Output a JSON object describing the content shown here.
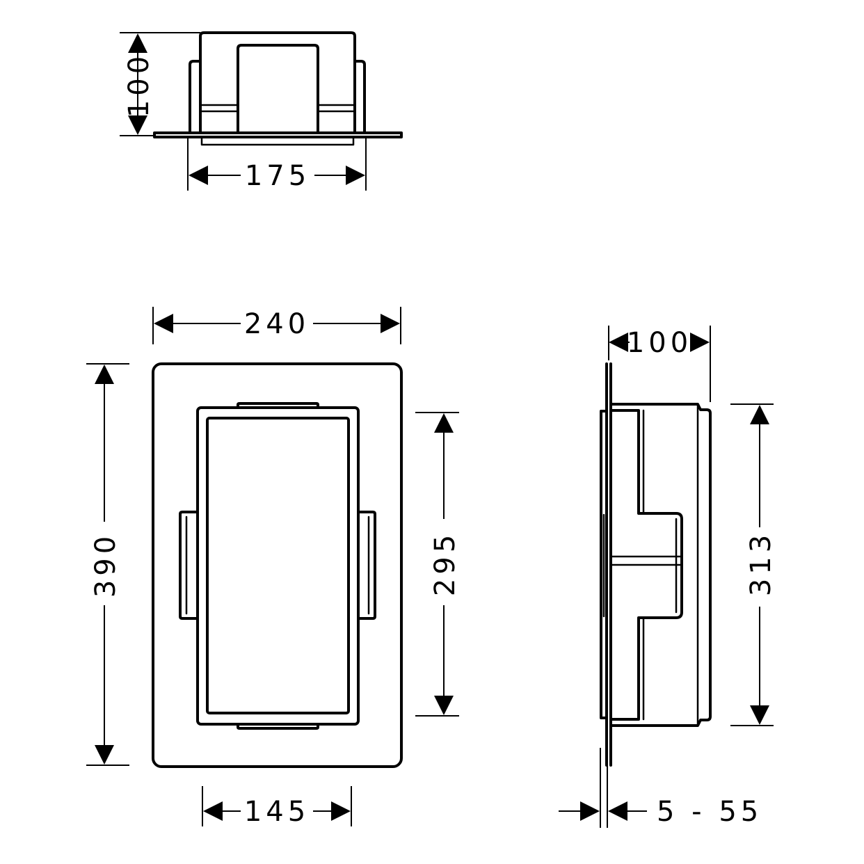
{
  "dimensions": {
    "top_height": "100",
    "top_width": "175",
    "front_width": "240",
    "front_height": "390",
    "front_inner_height": "295",
    "front_bottom_width": "145",
    "side_depth": "100",
    "side_height": "313",
    "side_wall_thickness": "5 - 55"
  }
}
